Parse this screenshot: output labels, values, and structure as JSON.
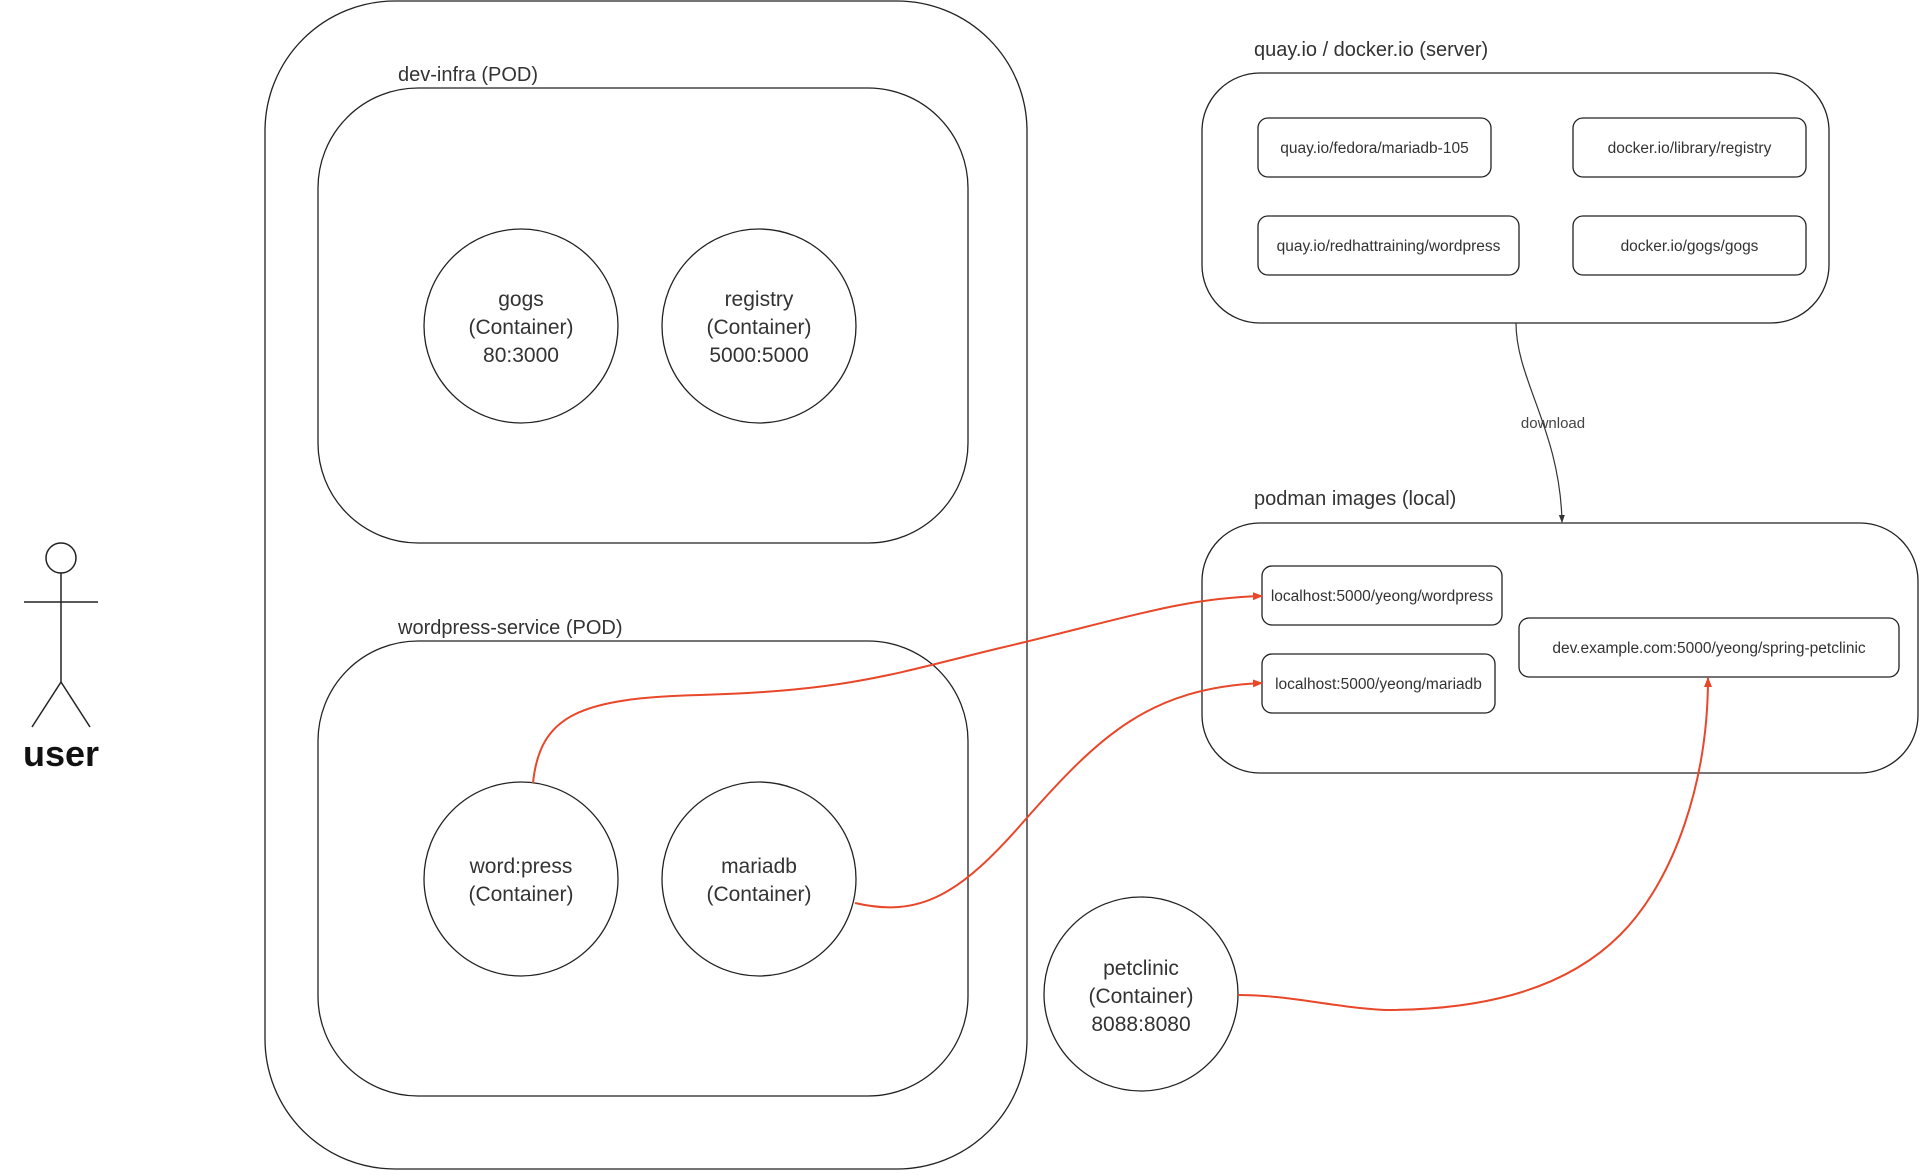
{
  "actor": {
    "label": "user"
  },
  "outer_group": {
    "pods": [
      {
        "label": "dev-infra (POD)",
        "containers": [
          {
            "lines": [
              "gogs",
              "(Container)",
              "80:3000"
            ]
          },
          {
            "lines": [
              "registry",
              "(Container)",
              "5000:5000"
            ]
          }
        ]
      },
      {
        "label": "wordpress-service (POD)",
        "containers": [
          {
            "lines": [
              "word:press",
              "(Container)"
            ]
          },
          {
            "lines": [
              "mariadb",
              "(Container)"
            ]
          }
        ]
      }
    ]
  },
  "standalone_container": {
    "lines": [
      "petclinic",
      "(Container)",
      "8088:8080"
    ]
  },
  "registry_server": {
    "label": "quay.io / docker.io (server)",
    "images": [
      "quay.io/fedora/mariadb-105",
      "docker.io/library/registry",
      "quay.io/redhattraining/wordpress",
      "docker.io/gogs/gogs"
    ]
  },
  "local_images": {
    "label": "podman images (local)",
    "images": [
      "localhost:5000/yeong/wordpress",
      "localhost:5000/yeong/mariadb",
      "dev.example.com:5000/yeong/spring-petclinic"
    ]
  },
  "edges": {
    "download_label": "download",
    "link_color": "#e8472a",
    "download_color": "#333333"
  }
}
